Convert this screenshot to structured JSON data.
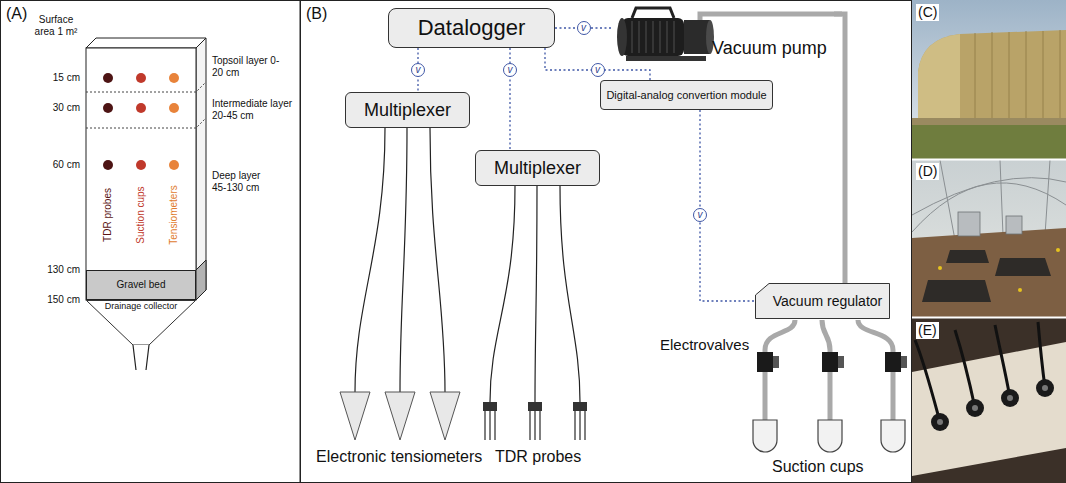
{
  "diagram": {
    "nodes": [
      {
        "text": [
          "Gravel bed"
        ]
      },
      {
        "text": [
          "Drainage collector"
        ]
      },
      {
        "text": [
          "Datalogger"
        ]
      },
      {
        "text": [
          "Vacuum pump"
        ]
      },
      {
        "text": [
          "Multiplexer"
        ]
      },
      {
        "text": [
          "Digital-analog convertion module"
        ]
      },
      {
        "text": [
          "Multiplexer"
        ]
      },
      {
        "text": [
          "Vacuum regulator"
        ]
      }
    ],
    "edges": [
      {
        "from": 2,
        "to": 3,
        "arrow": "none",
        "label": "v"
      },
      {
        "from": 2,
        "to": 4,
        "arrow": "none",
        "label": "v"
      },
      {
        "from": 2,
        "to": 6,
        "arrow": "none",
        "label": "v"
      },
      {
        "from": 2,
        "to": 5,
        "arrow": "none",
        "label": "v"
      },
      {
        "from": 5,
        "to": 7,
        "arrow": "none",
        "label": "v"
      },
      {
        "from": 3,
        "to": 7,
        "arrow": "none"
      }
    ],
    "labels": [
      "(A)",
      "Surface area 1 m²",
      "15 cm",
      "30 cm",
      "60 cm",
      "130 cm",
      "150 cm",
      "Topsoil layer 0-20 cm",
      "Intermediate layer 20-45 cm",
      "Deep layer 45-130 cm",
      "TDR probes",
      "Suction cups",
      "Tensiometers",
      "(B)",
      "Electronic tensiometers",
      "TDR probes",
      "Electrovalves",
      "Suction cups",
      "(C)",
      "(D)",
      "(E)"
    ]
  }
}
